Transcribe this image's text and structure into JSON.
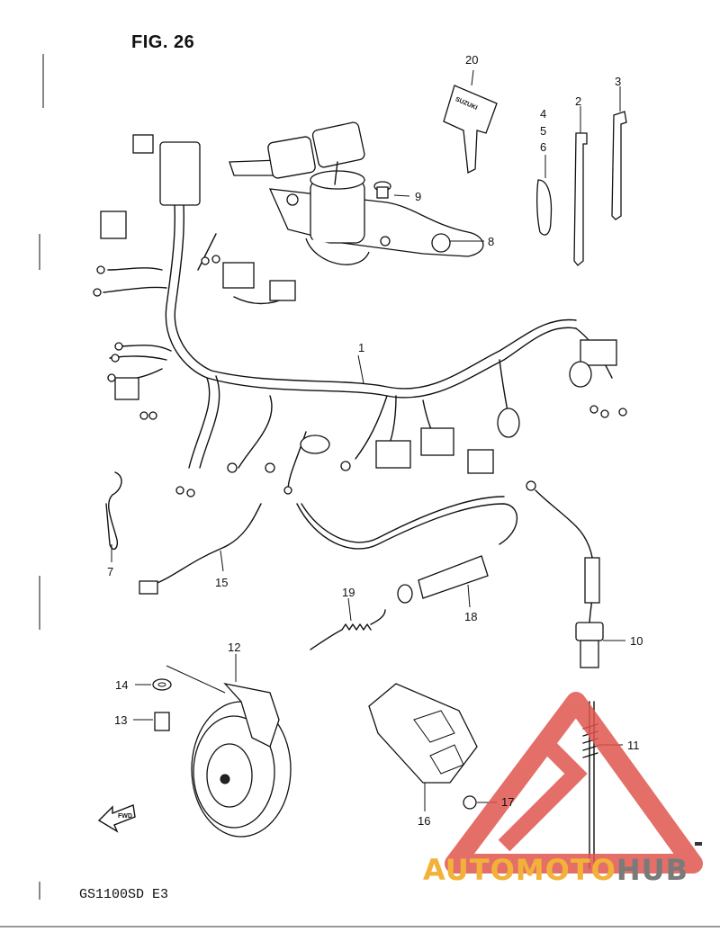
{
  "figure": {
    "title": "FIG. 26",
    "model": "GS1100SD E3"
  },
  "callouts": {
    "c1": "1",
    "c2": "2",
    "c3": "3",
    "c4": "4",
    "c5": "5",
    "c6": "6",
    "c7": "7",
    "c8": "8",
    "c9": "9",
    "c10": "10",
    "c11": "11",
    "c12": "12",
    "c13": "13",
    "c14": "14",
    "c15": "15",
    "c16": "16",
    "c17": "17",
    "c18": "18",
    "c19": "19",
    "c20": "20"
  },
  "labels": {
    "key_brand": "SUZUKI",
    "fwd_arrow": "FWD"
  },
  "watermark": {
    "part1": "AUTOMOTO",
    "part2": "HUB",
    "accent_color": "#e0564e",
    "gold_color": "#f2b23a"
  }
}
